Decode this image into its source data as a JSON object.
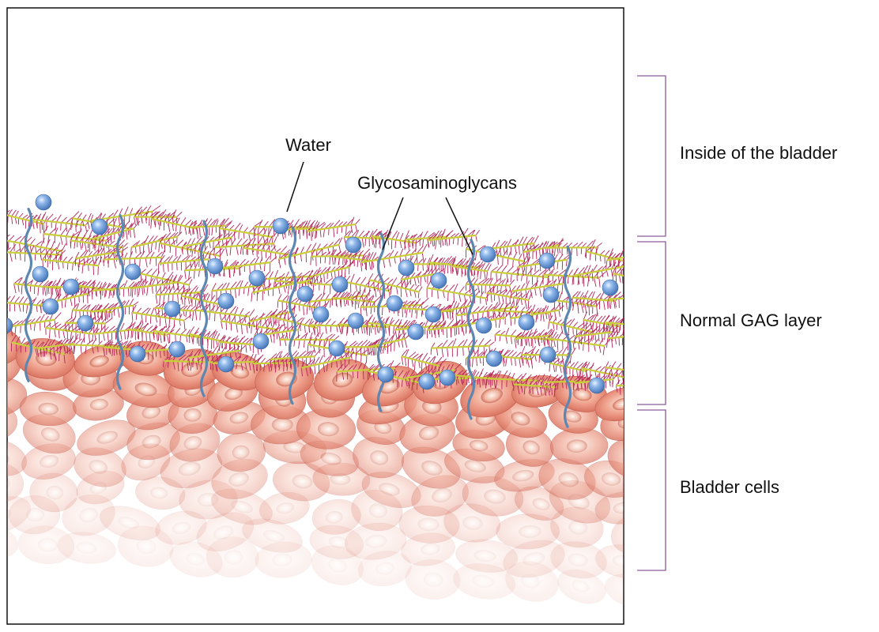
{
  "labels": {
    "water": "Water",
    "gags": "Glycosaminoglycans",
    "inside": "Inside of the bladder",
    "gag_layer": "Normal GAG layer",
    "bladder_cells": "Bladder cells"
  },
  "colors": {
    "water_blue": "#5b8fd0",
    "gag_crimson": "#b3245a",
    "gag_yellow": "#c9cf3a",
    "strand_blue": "#5d86b0",
    "cell_dark": "#d96f5e",
    "cell_light": "#f7dcc0",
    "bracket": "#8a5a9a"
  }
}
